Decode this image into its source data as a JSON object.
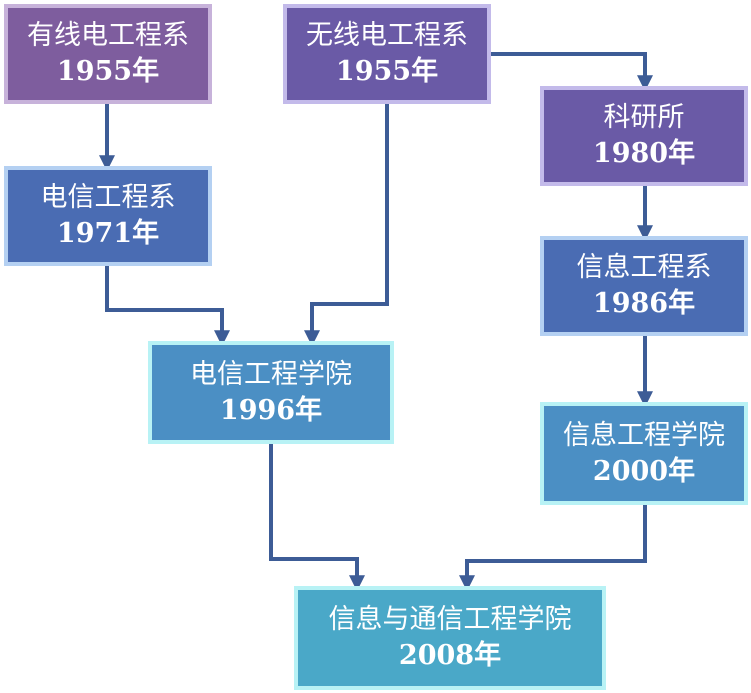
{
  "colors": {
    "edge": "#3d5c96"
  },
  "nodes": {
    "wired": {
      "name": "有线电工程系",
      "year": "1955年"
    },
    "wireless": {
      "name": "无线电工程系",
      "year": "1955年"
    },
    "telecom": {
      "name": "电信工程系",
      "year": "1971年"
    },
    "institute": {
      "name": "科研所",
      "year": "1980年"
    },
    "infodept": {
      "name": "信息工程系",
      "year": "1986年"
    },
    "tel_school": {
      "name": "电信工程学院",
      "year": "1996年"
    },
    "info_school": {
      "name": "信息工程学院",
      "year": "2000年"
    },
    "final": {
      "name": "信息与通信工程学院",
      "year": "2008年"
    }
  },
  "edges": [
    {
      "from": "wired",
      "to": "telecom"
    },
    {
      "from": "wireless",
      "to": "institute"
    },
    {
      "from": "institute",
      "to": "infodept"
    },
    {
      "from": "infodept",
      "to": "info_school"
    },
    {
      "from": "telecom",
      "to": "tel_school"
    },
    {
      "from": "wireless",
      "to": "tel_school"
    },
    {
      "from": "tel_school",
      "to": "final"
    },
    {
      "from": "info_school",
      "to": "final"
    }
  ]
}
